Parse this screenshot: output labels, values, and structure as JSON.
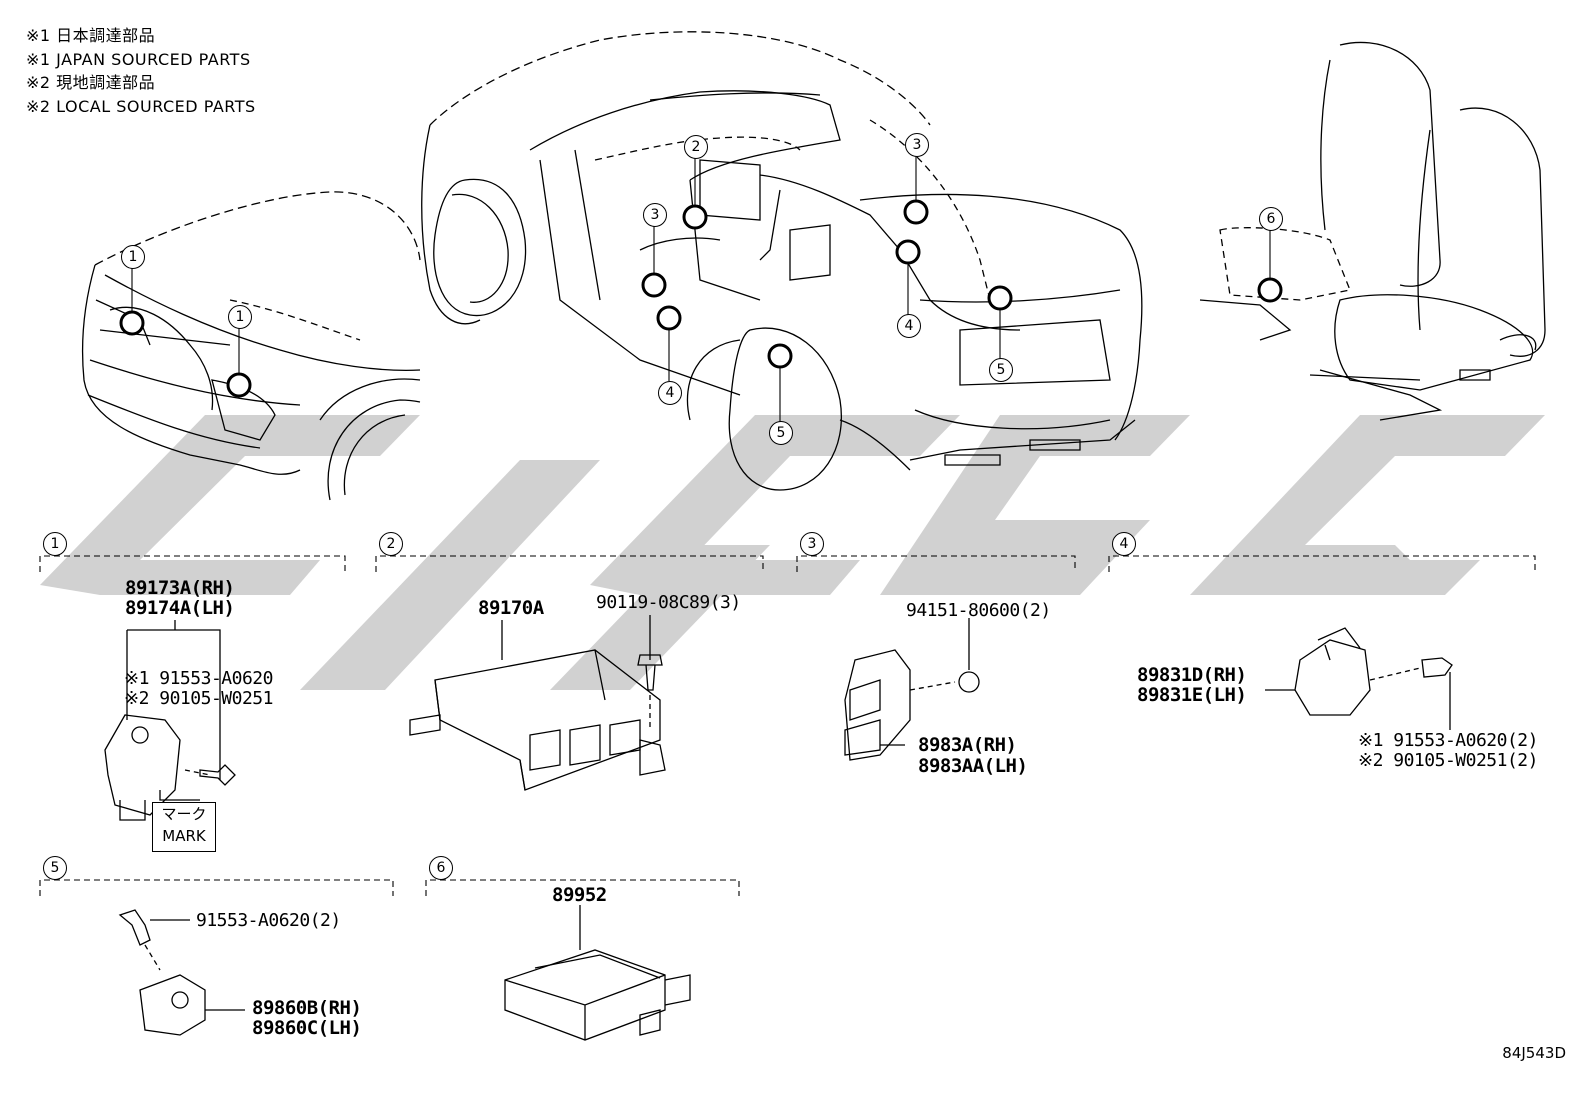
{
  "notes": [
    "※1 日本調達部品",
    "※1 JAPAN SOURCED PARTS",
    "※2 現地調達部品",
    "※2 LOCAL SOURCED PARTS"
  ],
  "sections": [
    {
      "num": "1",
      "parts": [
        "89173A(RH)",
        "89174A(LH)",
        "※1 91553-A0620",
        "※2 90105-W0251"
      ],
      "mark": [
        "マーク",
        "MARK"
      ]
    },
    {
      "num": "2",
      "parts": [
        "89170A",
        "90119-08C89(3)"
      ]
    },
    {
      "num": "3",
      "parts": [
        "94151-80600(2)",
        "8983A(RH)",
        "8983AA(LH)"
      ]
    },
    {
      "num": "4",
      "parts": [
        "89831D(RH)",
        "89831E(LH)",
        "※1 91553-A0620(2)",
        "※2 90105-W0251(2)"
      ]
    },
    {
      "num": "5",
      "parts": [
        "91553-A0620(2)",
        "89860B(RH)",
        "89860C(LH)"
      ]
    },
    {
      "num": "6",
      "parts": [
        "89952"
      ]
    }
  ],
  "callouts": [
    "1",
    "1",
    "2",
    "3",
    "3",
    "4",
    "4",
    "5",
    "5",
    "6"
  ],
  "diagram_code": "84J543D",
  "colors": {
    "line": "#000000",
    "watermark": "#c8c8c8",
    "background": "#ffffff"
  }
}
